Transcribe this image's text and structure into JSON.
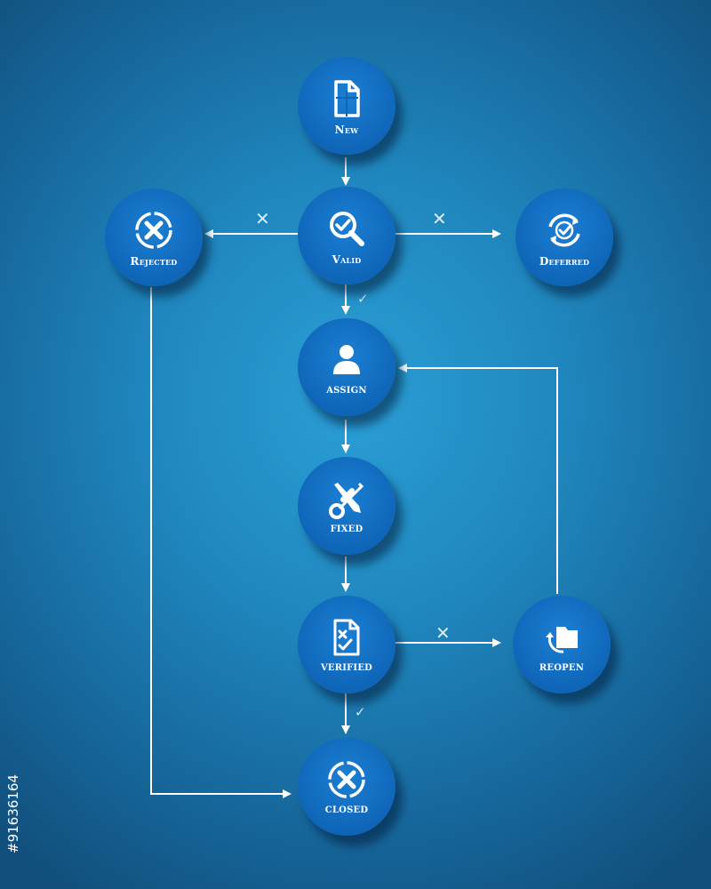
{
  "nodes": {
    "new": {
      "label": "New",
      "icon": "document-icon"
    },
    "valid": {
      "label": "Valid",
      "icon": "magnifier-check-icon"
    },
    "rejected": {
      "label": "Rejected",
      "icon": "circle-x-icon"
    },
    "deferred": {
      "label": "Deferred",
      "icon": "refresh-check-icon"
    },
    "assign": {
      "label": "ASSIGN",
      "icon": "user-icon"
    },
    "fixed": {
      "label": "FIXED",
      "icon": "tools-icon"
    },
    "verified": {
      "label": "VERIFIED",
      "icon": "checklist-icon"
    },
    "reopen": {
      "label": "REOPEN",
      "icon": "folder-reopen-icon"
    },
    "closed": {
      "label": "CLOSED",
      "icon": "circle-x-icon"
    }
  },
  "marks": {
    "cross": "✕",
    "check": "✓"
  },
  "side_id": "#91636164",
  "colors": {
    "node": "#0f66b8",
    "connector": "#ffffff",
    "background": "#1f86bd"
  }
}
